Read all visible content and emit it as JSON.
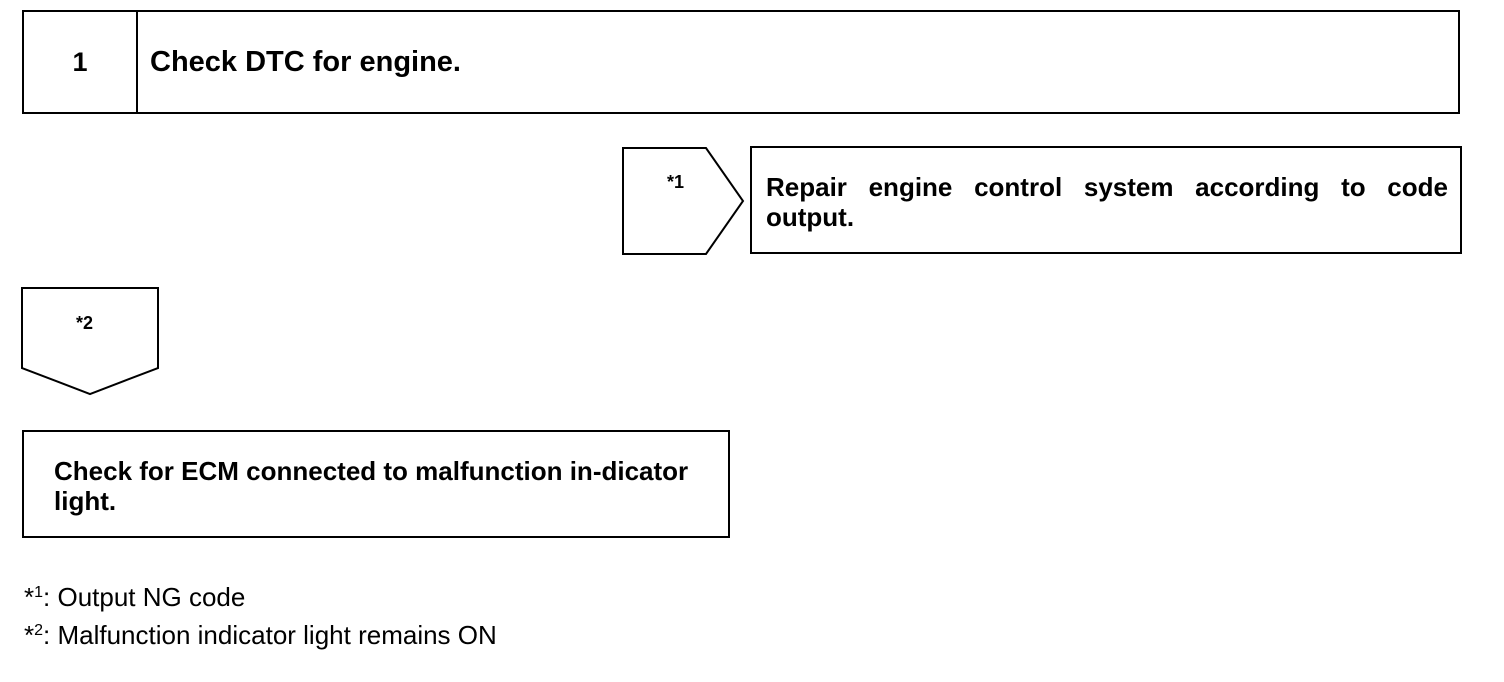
{
  "step": {
    "number": "1",
    "title": "Check DTC for engine."
  },
  "branch_1": {
    "marker": "*1",
    "result": "Repair engine control system according to code output."
  },
  "branch_2": {
    "marker": "*2"
  },
  "next_step": {
    "text": "Check for ECM connected to malfunction in-dicator light."
  },
  "legend": [
    {
      "marker": "*1",
      "sup": "1",
      "text": ": Output NG code"
    },
    {
      "marker": "*2",
      "sup": "2",
      "text": ": Malfunction indicator light remains ON"
    }
  ]
}
